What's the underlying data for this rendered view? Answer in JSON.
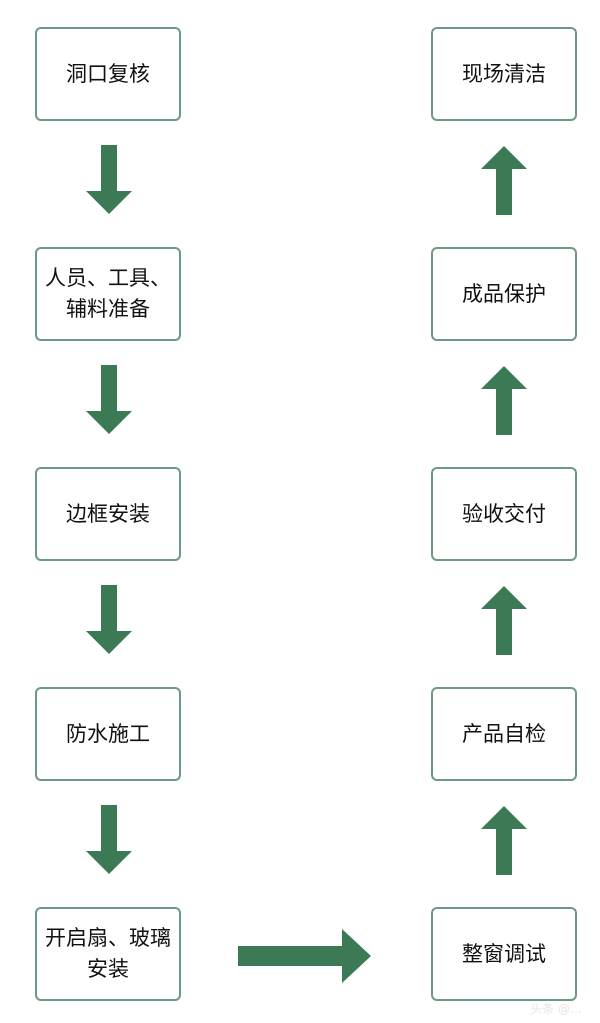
{
  "diagram": {
    "arrow_color": "#3b7a55",
    "border_color": "#6a9a80",
    "left_column": [
      {
        "label": "洞口复核"
      },
      {
        "label": "人员、工具、\n辅料准备"
      },
      {
        "label": "边框安装"
      },
      {
        "label": "防水施工"
      },
      {
        "label": "开启扇、玻璃\n安装"
      }
    ],
    "right_column": [
      {
        "label": "现场清洁"
      },
      {
        "label": "成品保护"
      },
      {
        "label": "验收交付"
      },
      {
        "label": "产品自检"
      },
      {
        "label": "整窗调试"
      }
    ],
    "watermark": "头条 @…"
  }
}
